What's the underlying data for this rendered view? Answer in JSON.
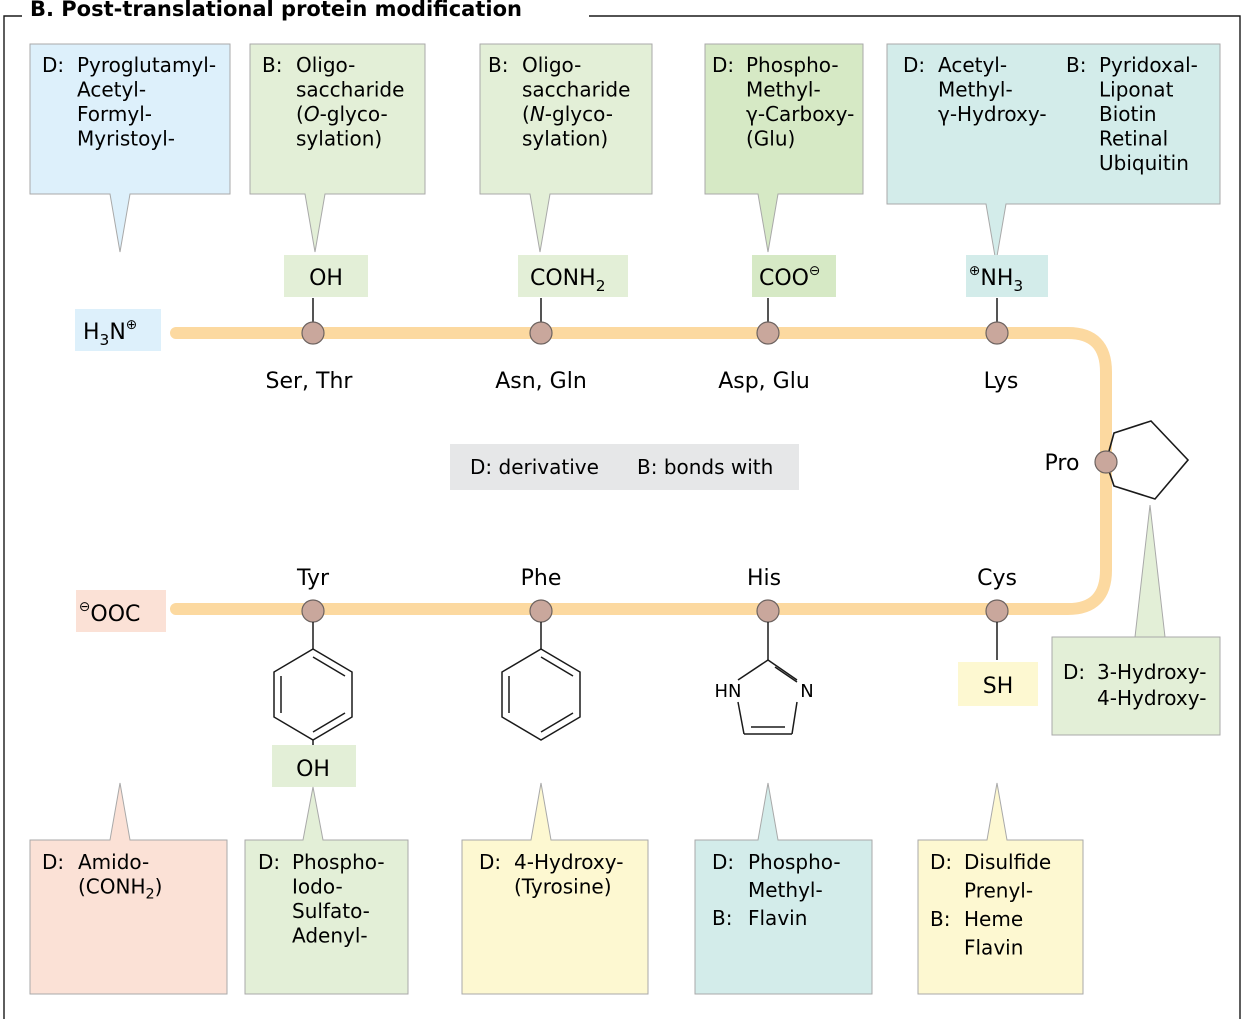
{
  "title": "B. Post-translational protein modification",
  "legend": {
    "d": "D: derivative",
    "b": "B: bonds with"
  },
  "termini": {
    "n_terminus": "H3N⊕",
    "c_terminus": "⊖OOC"
  },
  "residues": {
    "ser_thr": "Ser, Thr",
    "asn_gln": "Asn, Gln",
    "asp_glu": "Asp, Glu",
    "lys": "Lys",
    "pro": "Pro",
    "tyr": "Tyr",
    "phe": "Phe",
    "his": "His",
    "cys": "Cys"
  },
  "groups": {
    "ser_oh": "OH",
    "asn_conh2": "CONH2",
    "asp_coo": "COO⊖",
    "lys_nh3": "⊕NH3",
    "tyr_oh": "OH",
    "cys_sh": "SH",
    "his_hn": "HN",
    "his_n": "N"
  },
  "boxes": {
    "n_term": {
      "rows": [
        [
          "D:",
          "Pyroglutamyl-"
        ],
        [
          "",
          "Acetyl-"
        ],
        [
          "",
          "Formyl-"
        ],
        [
          "",
          "Myristoyl-"
        ]
      ]
    },
    "ser": {
      "rows": [
        [
          "B:",
          "Oligo-"
        ],
        [
          "",
          "saccharide"
        ],
        [
          "",
          "(O-glyco-"
        ],
        [
          "",
          "sylation)"
        ]
      ]
    },
    "asn": {
      "rows": [
        [
          "B:",
          "Oligo-"
        ],
        [
          "",
          "saccharide"
        ],
        [
          "",
          "(N-glyco-"
        ],
        [
          "",
          "sylation)"
        ]
      ]
    },
    "asp": {
      "rows": [
        [
          "D:",
          "Phospho-"
        ],
        [
          "",
          "Methyl-"
        ],
        [
          "",
          "γ-Carboxy-"
        ],
        [
          "",
          "(Glu)"
        ]
      ]
    },
    "lys_d": {
      "rows": [
        [
          "D:",
          "Acetyl-"
        ],
        [
          "",
          "Methyl-"
        ],
        [
          "",
          "γ-Hydroxy-"
        ]
      ]
    },
    "lys_b": {
      "rows": [
        [
          "B:",
          "Pyridoxal-"
        ],
        [
          "",
          "Liponat"
        ],
        [
          "",
          "Biotin"
        ],
        [
          "",
          "Retinal"
        ],
        [
          "",
          "Ubiquitin"
        ]
      ]
    },
    "pro": {
      "rows": [
        [
          "D:",
          "3-Hydroxy-"
        ],
        [
          "",
          "4-Hydroxy-"
        ]
      ]
    },
    "c_term": {
      "rows": [
        [
          "D:",
          "Amido-"
        ],
        [
          "",
          "(CONH2)"
        ]
      ]
    },
    "tyr": {
      "rows": [
        [
          "D:",
          "Phospho-"
        ],
        [
          "",
          "Iodo-"
        ],
        [
          "",
          "Sulfato-"
        ],
        [
          "",
          "Adenyl-"
        ]
      ]
    },
    "phe": {
      "rows": [
        [
          "D:",
          "4-Hydroxy-"
        ],
        [
          "",
          "(Tyrosine)"
        ]
      ]
    },
    "his": {
      "rows": [
        [
          "D:",
          "Phospho-"
        ],
        [
          "",
          "Methyl-"
        ],
        [
          "B:",
          "Flavin"
        ]
      ]
    },
    "cys": {
      "rows": [
        [
          "D:",
          "Disulfide"
        ],
        [
          "",
          "Prenyl-"
        ],
        [
          "B:",
          "Heme"
        ],
        [
          "",
          "Flavin"
        ]
      ]
    }
  },
  "colors": {
    "blue": "#ddf0fb",
    "green": "#e3efd7",
    "green_dark": "#d6e9c5",
    "teal": "#d3ecea",
    "salmon": "#fbe1d6",
    "yellow": "#fdf8d1",
    "chain": "#fcd9a0",
    "node": "#c9a79c",
    "gray": "#e6e7e8"
  }
}
